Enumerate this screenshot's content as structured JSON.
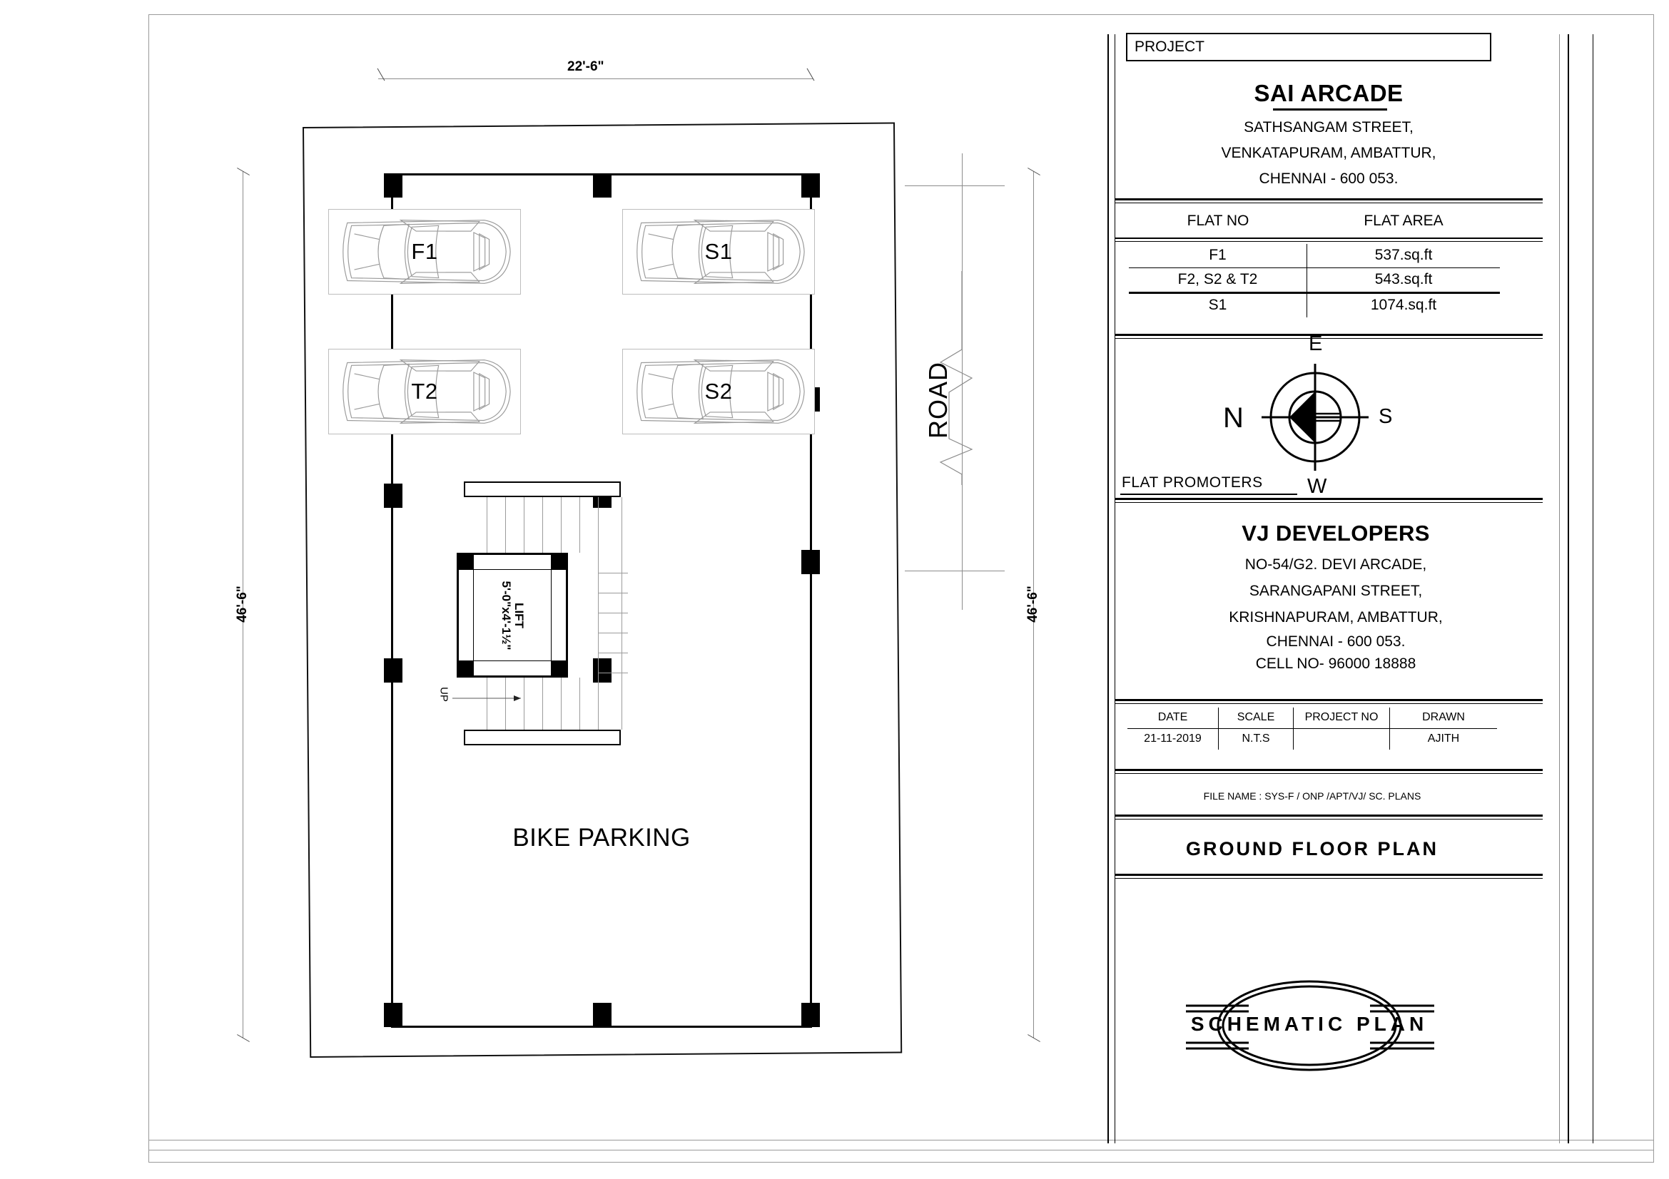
{
  "drawing": {
    "dimensions": {
      "top_width": "22'-6\"",
      "left_height": "46'-6\"",
      "right_height": "46'-6\""
    },
    "road_label": "ROAD",
    "parking_stalls": [
      {
        "id": "F1",
        "label": "F1"
      },
      {
        "id": "S1",
        "label": "S1"
      },
      {
        "id": "T2",
        "label": "T2"
      },
      {
        "id": "S2",
        "label": "S2"
      }
    ],
    "lift": {
      "name": "LIFT",
      "size": "5'-0\"x4'-1½\""
    },
    "stair_direction": "UP",
    "area_label": "BIKE PARKING"
  },
  "title_block": {
    "project_header": "PROJECT",
    "project_name": "SAI ARCADE",
    "project_address": [
      "SATHSANGAM STREET,",
      "VENKATAPURAM, AMBATTUR,",
      "CHENNAI - 600 053."
    ],
    "flat_table": {
      "headers": [
        "FLAT NO",
        "FLAT AREA"
      ],
      "rows": [
        [
          "F1",
          "537.sq.ft"
        ],
        [
          "F2, S2 & T2",
          "543.sq.ft"
        ],
        [
          "S1",
          "1074.sq.ft"
        ]
      ]
    },
    "compass": {
      "north": "N",
      "east": "E",
      "south": "S",
      "west": "W"
    },
    "promoters_header": "FLAT  PROMOTERS",
    "promoter_name": "VJ DEVELOPERS",
    "promoter_address": [
      "NO-54/G2. DEVI ARCADE,",
      "SARANGAPANI STREET,",
      "KRISHNAPURAM, AMBATTUR,",
      "CHENNAI - 600 053.",
      "CELL NO- 96000 18888"
    ],
    "details_table": {
      "headers": [
        "DATE",
        "SCALE",
        "PROJECT NO",
        "DRAWN"
      ],
      "values": [
        "21-11-2019",
        "N.T.S",
        "",
        "AJITH"
      ]
    },
    "file_name": "FILE NAME : SYS-F / ONP /APT/VJ/ SC. PLANS",
    "sheet_title": "GROUND  FLOOR  PLAN",
    "logo_text": "SCHEMATIC  PLAN"
  },
  "colors": {
    "ink": "#000000",
    "light_line": "#bdbdbd",
    "border": "#9a9a9a"
  }
}
